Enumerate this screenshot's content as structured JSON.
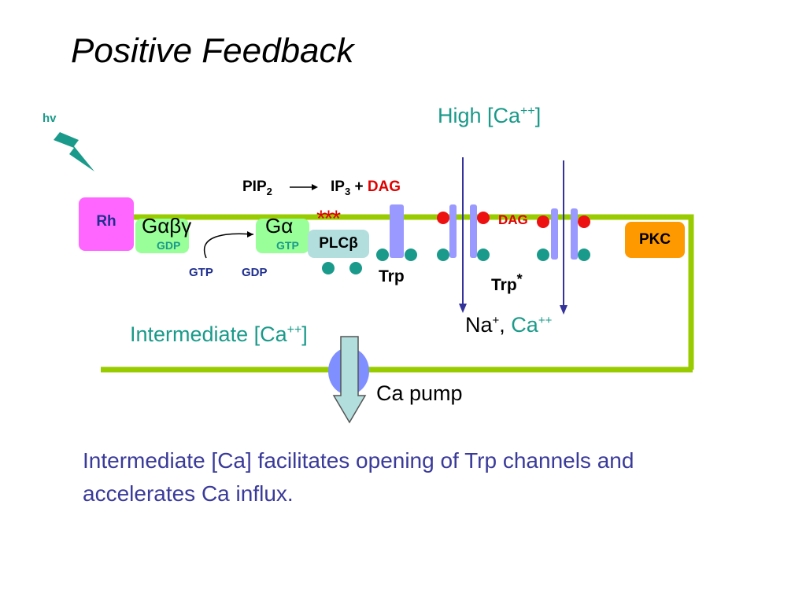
{
  "title": "Positive Feedback",
  "light": {
    "label": "hv"
  },
  "high_ca": {
    "label": "High [Ca",
    "sup": "++",
    "close": "]"
  },
  "intermediate_ca": {
    "label": "Intermediate [Ca",
    "sup": "++",
    "close": "]"
  },
  "rh": {
    "label": "Rh"
  },
  "g_abg": {
    "label": "Gαβγ",
    "sub": "GDP"
  },
  "g_a": {
    "label": "Gα",
    "sub": "GTP"
  },
  "exchange": {
    "gtp": "GTP",
    "gdp": "GDP"
  },
  "stars": "***",
  "plc": {
    "label": "PLCβ"
  },
  "reaction": {
    "pip": "PIP",
    "pip_sub": "2",
    "ip": "IP",
    "ip_sub": "3",
    "plus": " + ",
    "dag": "DAG"
  },
  "dag_label": "DAG",
  "trp1": "Trp",
  "trp2": {
    "label": "Trp",
    "sup": "*"
  },
  "influx": {
    "na": "Na",
    "na_sup": "+",
    "comma": ", ",
    "ca": "Ca",
    "ca_sup": "++"
  },
  "pkc": {
    "label": "PKC"
  },
  "pump": {
    "label": "Ca pump"
  },
  "caption": "Intermediate [Ca] facilitates opening of Trp channels and accelerates Ca influx.",
  "colors": {
    "membrane": "#99cc00",
    "rh": "#ff66ff",
    "g_protein": "#99ff99",
    "plc": "#b3dede",
    "pkc": "#ff9900",
    "channel": "#9999ff",
    "teal_dot": "#1a9a8a",
    "red_dot": "#ee1111",
    "arrow": "#333399",
    "pump_arrow": "#b3dede",
    "lightning": "#1a9a8a"
  }
}
